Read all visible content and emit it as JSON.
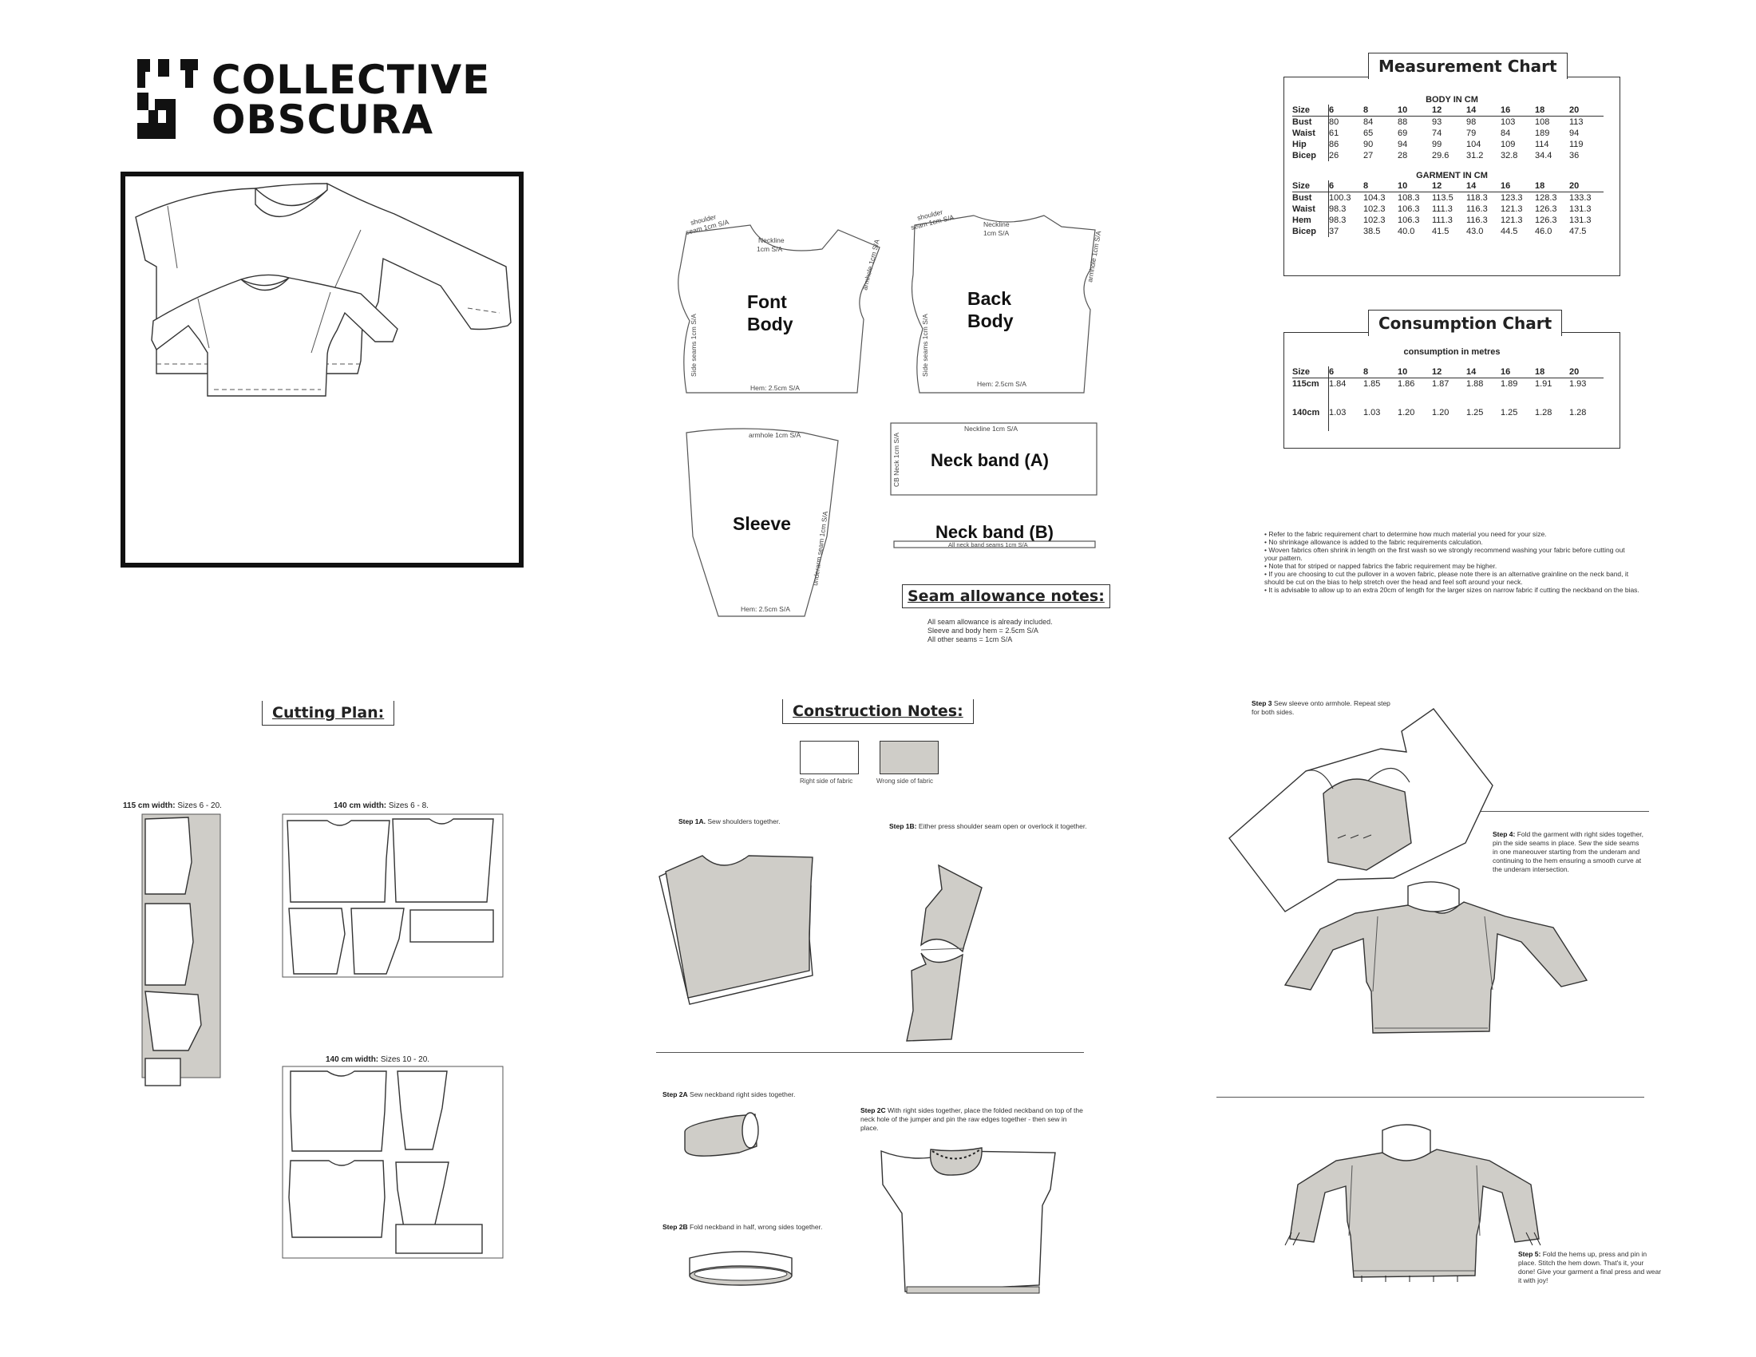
{
  "brand": {
    "line1": "COLLECTIVE",
    "line2": "OBSCURA"
  },
  "pattern_pieces": {
    "front": {
      "name_line1": "Font",
      "name_line2": "Body",
      "neckline": "Neckline",
      "neckline_sa": "1cm S/A",
      "shoulder": "shoulder",
      "shoulder_sa": "seam 1cm S/A",
      "armhole": "armhole 1cm S/A",
      "side": "Side seams 1cm S/A",
      "hem": "Hem: 2.5cm S/A"
    },
    "back": {
      "name_line1": "Back",
      "name_line2": "Body",
      "neckline": "Neckline",
      "neckline_sa": "1cm S/A",
      "shoulder": "shoulder",
      "shoulder_sa": "seam 1cm S/A",
      "armhole": "armhole 1cm S/A",
      "side": "Side seams 1cm S/A",
      "hem": "Hem: 2.5cm S/A"
    },
    "sleeve": {
      "name": "Sleeve",
      "armhole": "armhole 1cm S/A",
      "underarm": "underarm seam 1cm S/A",
      "hem": "Hem: 2.5cm S/A"
    },
    "neckband_a": {
      "name": "Neck band (A)",
      "top": "Neckline 1cm S/A",
      "side": "CB Neck 1cm S/A"
    },
    "neckband_b": {
      "name": "Neck band (B)",
      "note": "All neck band seams 1cm S/A"
    }
  },
  "seam_allowance": {
    "title": "Seam allowance notes:",
    "lines": [
      "All seam allowance is already included.",
      "Sleeve and body hem = 2.5cm S/A",
      "All other seams = 1cm S/A"
    ]
  },
  "measurement_chart": {
    "title": "Measurement Chart",
    "body_title": "BODY IN CM",
    "garment_title": "GARMENT IN CM",
    "size_label": "Size",
    "sizes": [
      "6",
      "8",
      "10",
      "12",
      "14",
      "16",
      "18",
      "20"
    ],
    "body_rows": [
      {
        "label": "Bust",
        "values": [
          "80",
          "84",
          "88",
          "93",
          "98",
          "103",
          "108",
          "113"
        ]
      },
      {
        "label": "Waist",
        "values": [
          "61",
          "65",
          "69",
          "74",
          "79",
          "84",
          "189",
          "94"
        ]
      },
      {
        "label": "Hip",
        "values": [
          "86",
          "90",
          "94",
          "99",
          "104",
          "109",
          "114",
          "119"
        ]
      },
      {
        "label": "Bicep",
        "values": [
          "26",
          "27",
          "28",
          "29.6",
          "31.2",
          "32.8",
          "34.4",
          "36"
        ]
      }
    ],
    "garment_rows": [
      {
        "label": "Bust",
        "values": [
          "100.3",
          "104.3",
          "108.3",
          "113.5",
          "118.3",
          "123.3",
          "128.3",
          "133.3"
        ]
      },
      {
        "label": "Waist",
        "values": [
          "98.3",
          "102.3",
          "106.3",
          "111.3",
          "116.3",
          "121.3",
          "126.3",
          "131.3"
        ]
      },
      {
        "label": "Hem",
        "values": [
          "98.3",
          "102.3",
          "106.3",
          "111.3",
          "116.3",
          "121.3",
          "126.3",
          "131.3"
        ]
      },
      {
        "label": "Bicep",
        "values": [
          "37",
          "38.5",
          "40.0",
          "41.5",
          "43.0",
          "44.5",
          "46.0",
          "47.5"
        ]
      }
    ]
  },
  "consumption_chart": {
    "title": "Consumption Chart",
    "subtitle": "consumption in metres",
    "size_label": "Size",
    "sizes": [
      "6",
      "8",
      "10",
      "12",
      "14",
      "16",
      "18",
      "20"
    ],
    "rows": [
      {
        "label": "115cm",
        "values": [
          "1.84",
          "1.85",
          "1.86",
          "1.87",
          "1.88",
          "1.89",
          "1.91",
          "1.93"
        ]
      },
      {
        "label": "140cm",
        "values": [
          "1.03",
          "1.03",
          "1.20",
          "1.20",
          "1.25",
          "1.25",
          "1.28",
          "1.28"
        ]
      }
    ]
  },
  "fabric_notes": [
    "• Refer to the fabric requirement chart to determine how much material you need for your size.",
    "• No shrinkage allowance is added to the fabric requirements calculation.",
    "• Woven fabrics often shrink in length on the first wash so we strongly recommend washing your fabric before cutting out your pattern.",
    "• Note that for striped or napped fabrics the fabric requirement may be higher.",
    "• If you are choosing to cut the pullover in a woven fabric, please note there is an alternative grainline on the neck band, it should be cut on the bias to help stretch over the head and feel soft around your neck.",
    "• It is advisable to allow up to an extra 20cm of length for the larger sizes on narrow fabric if cutting the neckband on the bias."
  ],
  "cutting_plan": {
    "title": "Cutting Plan:",
    "plan_115": {
      "width": "115 cm width:",
      "sizes": "Sizes 6 - 20."
    },
    "plan_140a": {
      "width": "140 cm width:",
      "sizes": "Sizes 6 - 8."
    },
    "plan_140b": {
      "width": "140 cm width:",
      "sizes": "Sizes 10 - 20."
    }
  },
  "construction": {
    "title": "Construction Notes:",
    "right_side": "Right side of fabric",
    "wrong_side": "Wrong side of fabric",
    "step1a": {
      "label": "Step 1A.",
      "text": "Sew shoulders together."
    },
    "step1b": {
      "label": "Step 1B:",
      "text": "Either press shoulder seam open or overlock it together."
    },
    "step2a": {
      "label": "Step 2A",
      "text": "Sew neckband right sides together."
    },
    "step2b": {
      "label": "Step 2B",
      "text": "Fold neckband in half, wrong sides together."
    },
    "step2c": {
      "label": "Step 2C",
      "text": "With right sides together, place the folded neckband on top of the neck hole of the jumper and pin the raw edges together - then sew in place."
    },
    "step3": {
      "label": "Step 3",
      "text": "Sew sleeve onto armhole. Repeat step for both sides."
    },
    "step4": {
      "label": "Step 4:",
      "text": "Fold the garment with right sides together, pin the side seams in place. Sew the side seams in one maneouver starting from the underam and continuing to the hem ensuring a smooth curve at the underam intersection."
    },
    "step5": {
      "label": "Step 5:",
      "text": "Fold the hems up, press and pin in place. Stitch the hem down. That's it, your done! Give your garment a final press and wear it with joy!"
    }
  },
  "colors": {
    "fabric_wrong": "#cfcdc8",
    "line": "#333333",
    "frame": "#111111"
  }
}
